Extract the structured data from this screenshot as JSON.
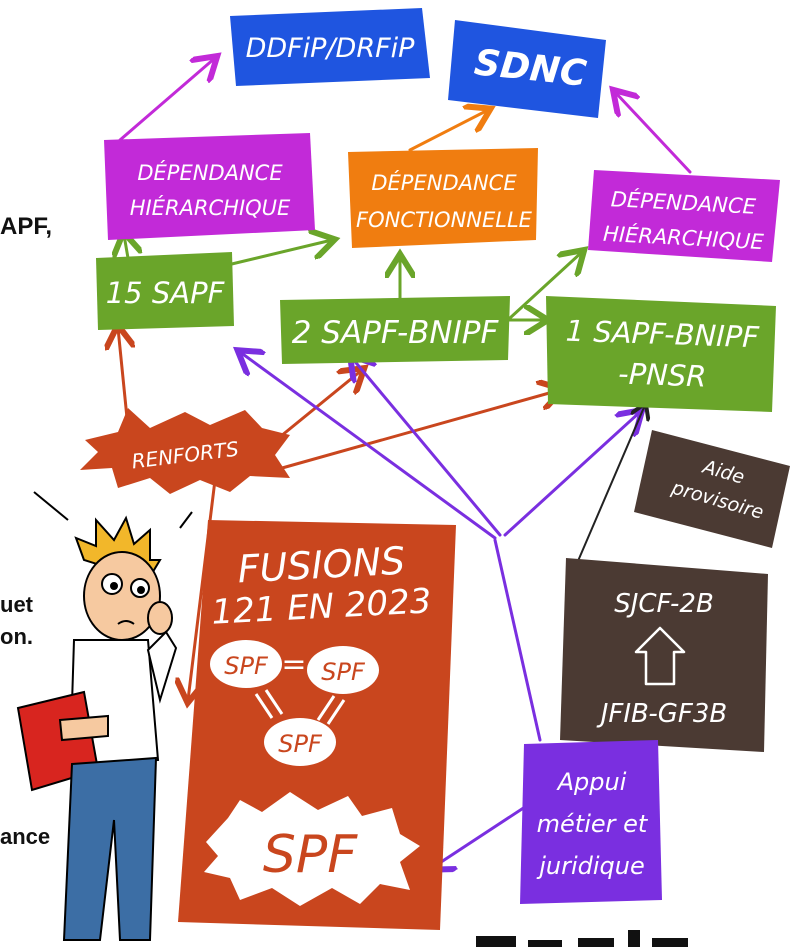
{
  "colors": {
    "blue": "#1f55e0",
    "magenta": "#c22ad8",
    "orange": "#f07d10",
    "green": "#6aa52a",
    "rust": "#c9461e",
    "brown": "#4b3a33",
    "purple": "#7a2fe0",
    "red_arrow": "#c9461e",
    "green_arrow": "#6aa52a",
    "orange_arrow": "#f07d10",
    "purple_arrow": "#7a2fe0",
    "magenta_arrow": "#c22ad8",
    "black_arrow": "#222222"
  },
  "nodes": {
    "ddfip": "DDFiP/DRFiP",
    "sdnc": "SDNC",
    "dep_hier_left": [
      "DÉPENDANCE",
      "HIÉRARCHIQUE"
    ],
    "dep_fonc": [
      "DÉPENDANCE",
      "FONCTIONNELLE"
    ],
    "dep_hier_right": [
      "DÉPENDANCE",
      "HIÉRARCHIQUE"
    ],
    "sapf15": "15 SAPF",
    "sapf_bnipf": "2 SAPF-BNIPF",
    "sapf_bnipf_pnsr": [
      "1 SAPF-BNIPF",
      "-PNSR"
    ],
    "renforts": "RENFORTS",
    "aide": [
      "Aide",
      "provisoire"
    ],
    "fusions": [
      "FUSIONS",
      "121 EN 2023"
    ],
    "spf": "SPF",
    "spf_big": "SPF",
    "sjcf": "SJCF-2B",
    "jfib": "JFIB-GF3B",
    "appui": [
      "Appui",
      "métier et",
      "juridique"
    ]
  },
  "cut_text": {
    "line1": "APF,",
    "line2": "uet",
    "line3": "on.",
    "line4": "ance"
  },
  "icons": {
    "character": "worried-man-illustration",
    "arrows": "hand-drawn-arrows"
  }
}
